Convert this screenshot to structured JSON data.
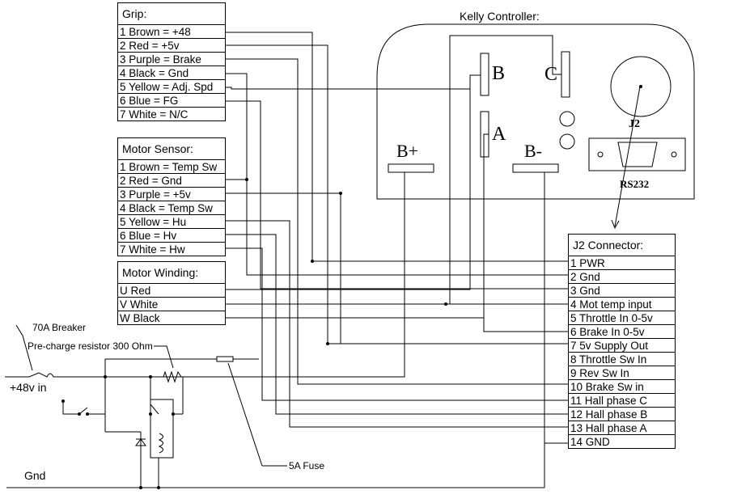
{
  "grip": {
    "title": "Grip:",
    "rows": [
      "1 Brown = +48",
      "2 Red = +5v",
      "3 Purple = Brake",
      "4 Black = Gnd",
      "5 Yellow = Adj. Spd",
      "6 Blue = FG",
      "7 White = N/C"
    ]
  },
  "motor_sensor": {
    "title": "Motor Sensor:",
    "rows": [
      "1 Brown = Temp Sw",
      "2 Red = Gnd",
      "3 Purple = +5v",
      "4 Black = Temp Sw",
      "5 Yellow = Hu",
      "6 Blue = Hv",
      "7 White = Hw"
    ]
  },
  "motor_winding": {
    "title": "Motor Winding:",
    "rows": [
      "U Red",
      "V White",
      "W Black"
    ]
  },
  "j2_connector": {
    "title": "J2 Connector:",
    "rows": [
      "1 PWR",
      "2 Gnd",
      "3 Gnd",
      "4 Mot temp input",
      "5 Throttle In 0-5v",
      "6 Brake In 0-5v",
      "7 5v Supply Out",
      "8 Throttle Sw In",
      "9 Rev Sw In",
      "10 Brake Sw in",
      "11 Hall phase C",
      "12 Hall phase B",
      "13 Hall phase A",
      "14 GND"
    ]
  },
  "controller": {
    "title": "Kelly Controller:",
    "terminal_b": "B",
    "terminal_c": "C",
    "terminal_a": "A",
    "b_plus": "B+",
    "b_minus": "B-",
    "j2_label": "J2",
    "rs232_label": "RS232"
  },
  "power": {
    "breaker_label": "70A Breaker",
    "precharge_label": "Pre-charge resistor 300 Ohm",
    "plus48_label": "+48v in",
    "fuse_label": "5A Fuse",
    "gnd_label": "Gnd"
  }
}
